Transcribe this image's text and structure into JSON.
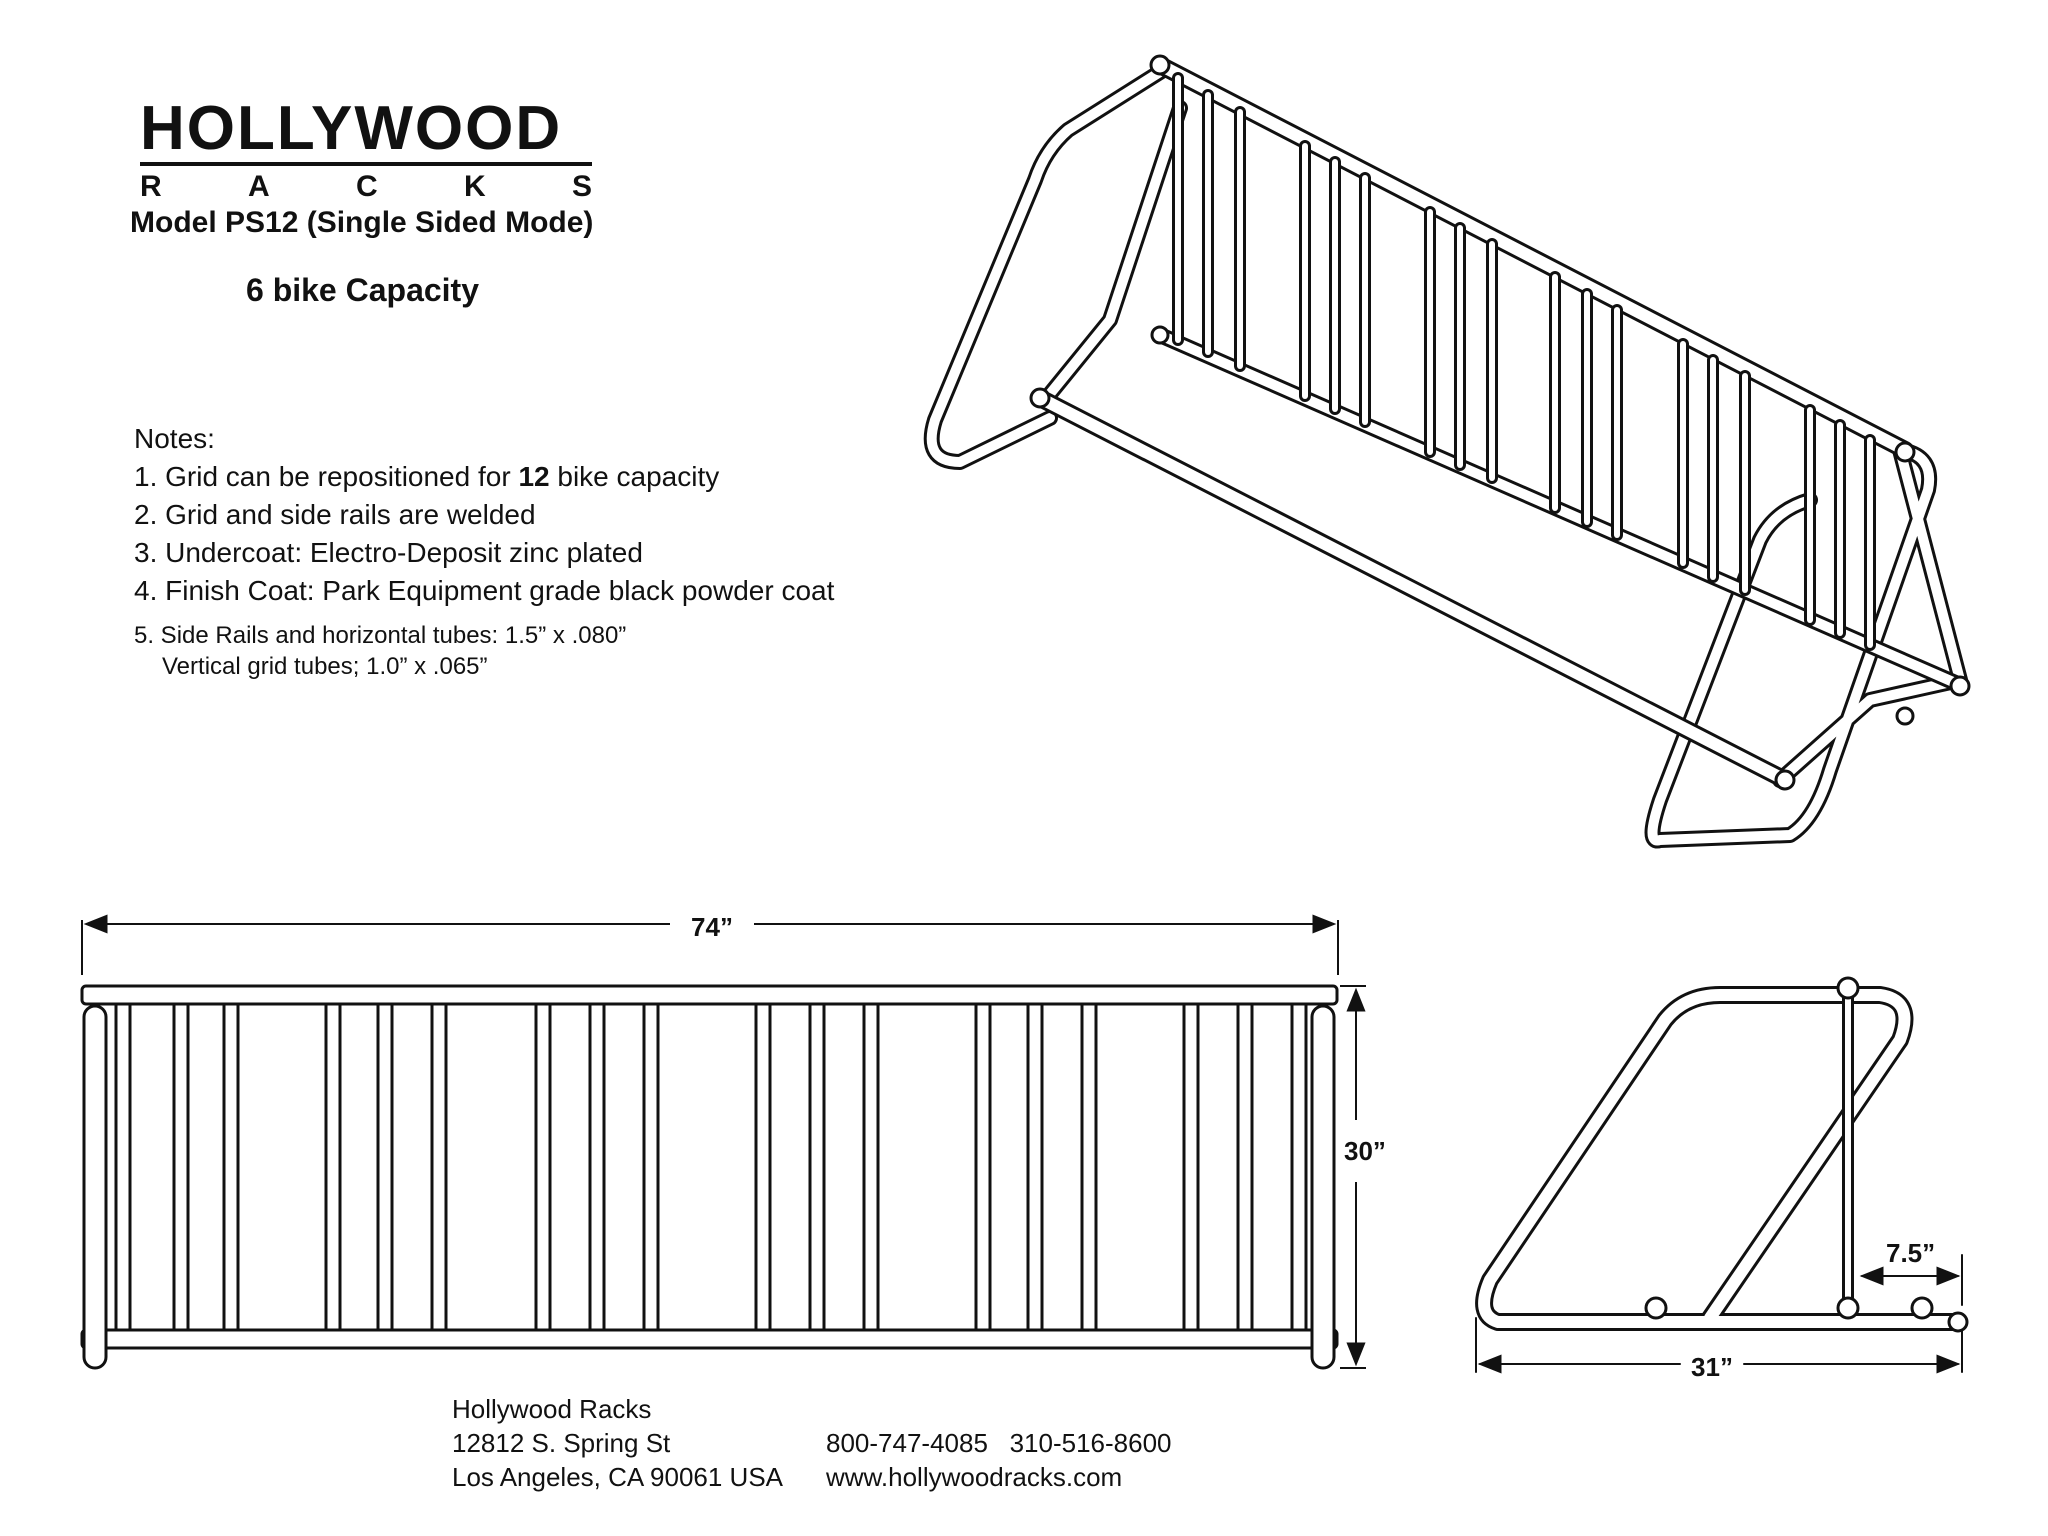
{
  "logo": {
    "name": "HOLLYWOOD",
    "sub": [
      "R",
      "A",
      "C",
      "K",
      "S"
    ]
  },
  "header": {
    "model": "Model PS12 (Single Sided Mode)",
    "capacity_num": "6",
    "capacity_text": "bike Capacity"
  },
  "notes": {
    "title": "Notes:",
    "n1_pre": "1. Grid can be repositioned for ",
    "n1_bold": "12",
    "n1_post": " bike capacity",
    "n2": "2. Grid and side rails are welded",
    "n3": "3. Undercoat: Electro-Deposit zinc plated",
    "n4": "4. Finish Coat: Park Equipment grade black powder coat",
    "n5a": "5. Side Rails and horizontal tubes: 1.5” x .080”",
    "n5b": "Vertical grid tubes; 1.0” x .065”"
  },
  "dimensions": {
    "length": "74”",
    "height": "30”",
    "depth": "31”",
    "offset": "7.5”"
  },
  "footer": {
    "company": "Hollywood Racks",
    "street": "12812 S. Spring St",
    "city": "Los Angeles, CA 90061 USA",
    "phones": "800-747-4085   310-516-8600",
    "website": "www.hollywoodracks.com"
  }
}
